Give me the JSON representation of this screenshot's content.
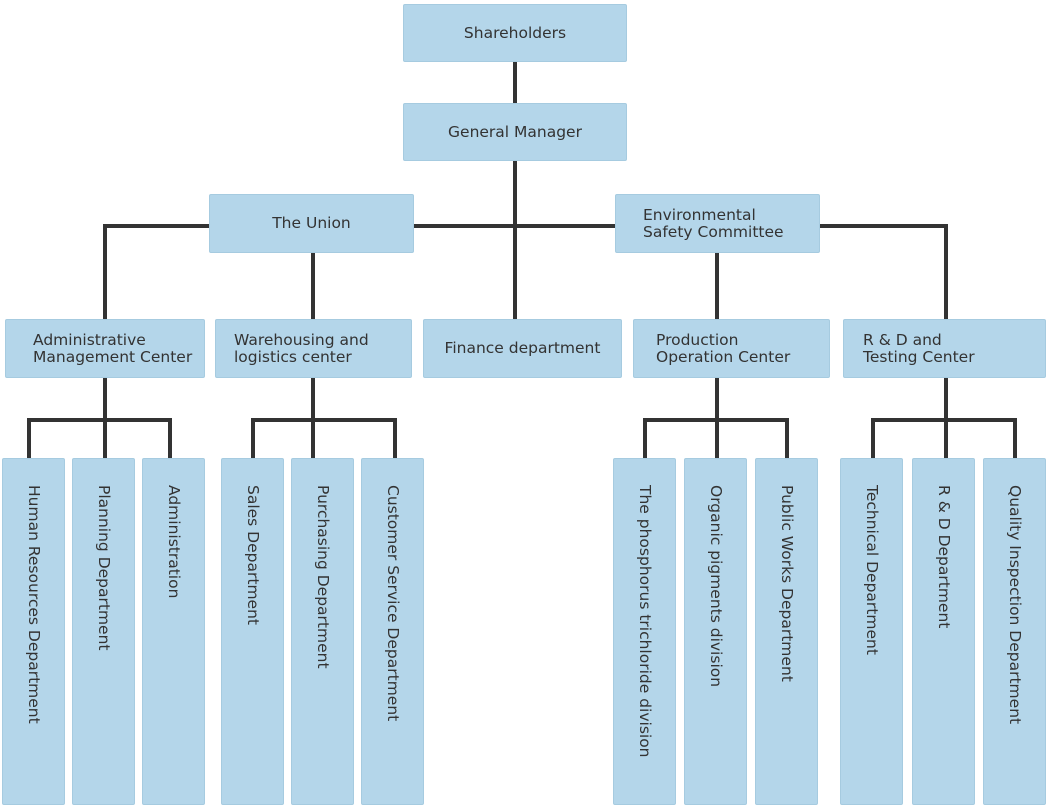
{
  "org_chart": {
    "type": "org-tree",
    "colors": {
      "box_fill": "#b4d6ea",
      "box_border": "#a6cbe0",
      "connector": "#333333",
      "text": "#333333"
    },
    "nodes": {
      "shareholders": "Shareholders",
      "general_manager": "General Manager",
      "the_union": "The Union",
      "environmental_safety_committee": "Environmental\nSafety Committee",
      "administrative_management_center": "Administrative\nManagement Center",
      "warehousing_logistics_center": "Warehousing and\nlogistics center",
      "finance_department": "Finance department",
      "production_operation_center": "Production\nOperation Center",
      "rd_testing_center": "R & D and\nTesting Center"
    },
    "departments": {
      "administrative": [
        "Human Resources Department",
        "Planning Department",
        "Administration"
      ],
      "warehousing": [
        "Sales Department",
        "Purchasing Department",
        "Customer Service Department"
      ],
      "production": [
        "The phosphorus trichloride division",
        "Organic pigments division",
        "Public Works Department"
      ],
      "rd_testing": [
        "Technical Department",
        "R & D Department",
        "Quality Inspection Department"
      ]
    }
  }
}
